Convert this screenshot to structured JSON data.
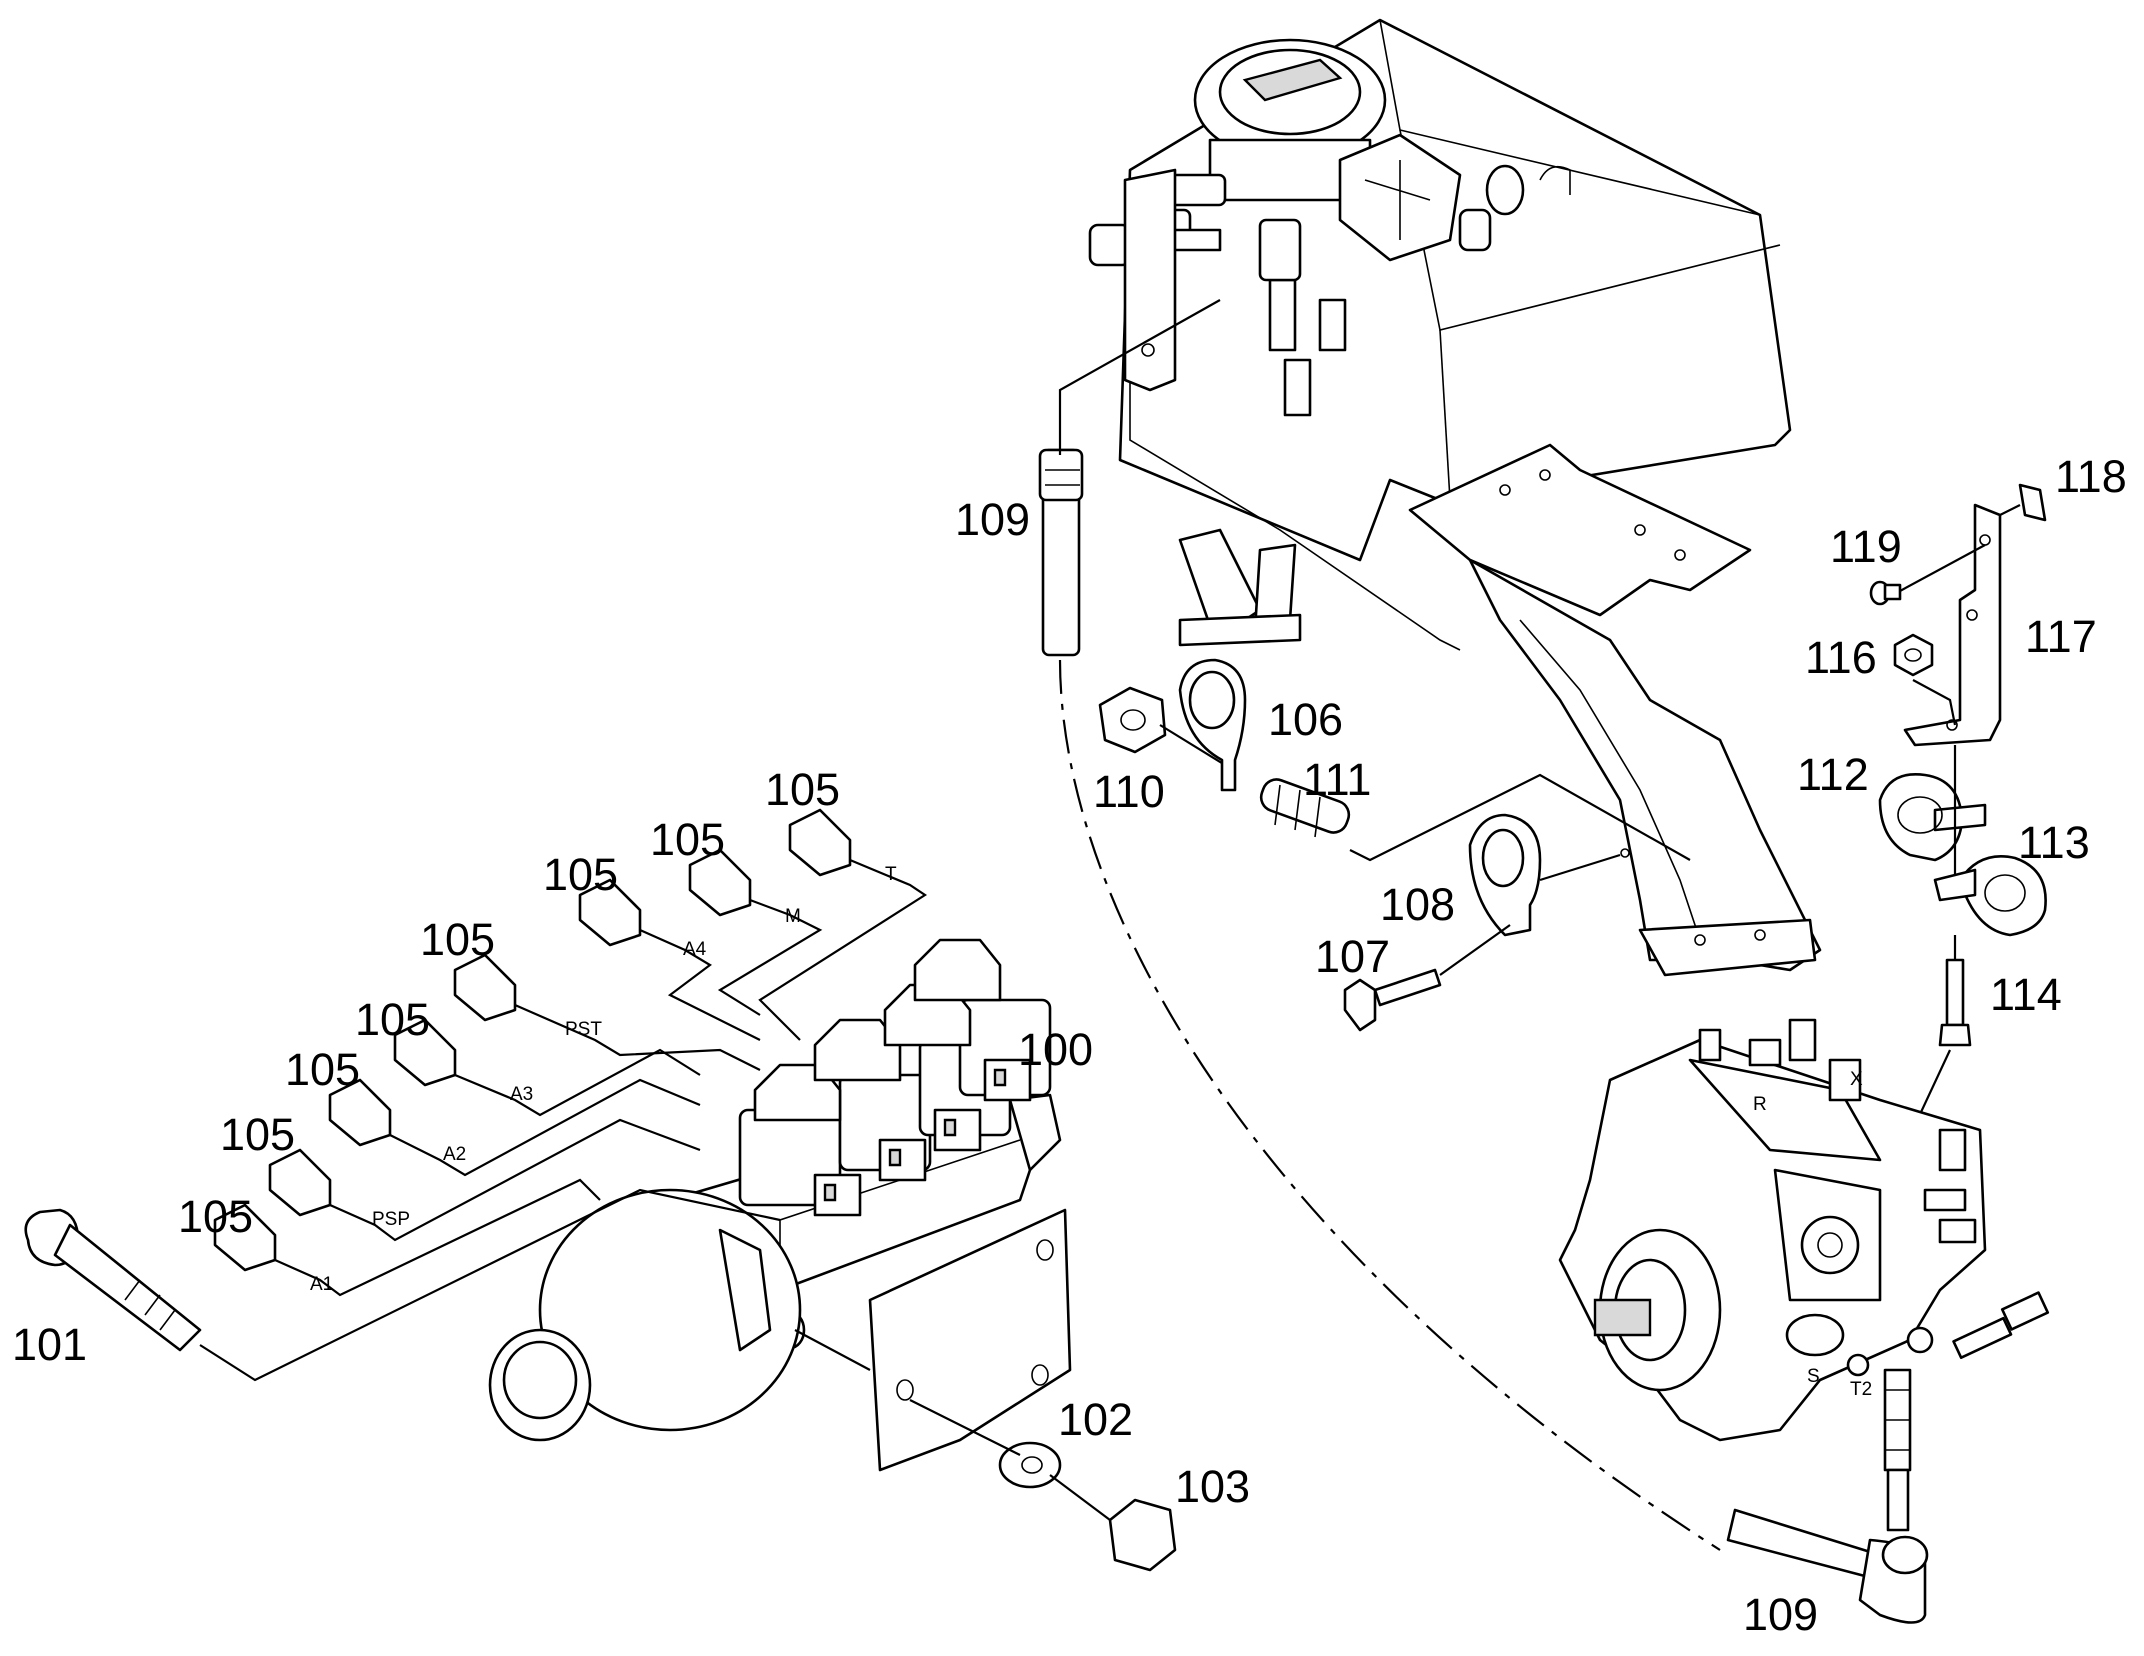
{
  "callouts": {
    "c100": "100",
    "c101": "101",
    "c102": "102",
    "c103": "103",
    "c105": "105",
    "c106": "106",
    "c107": "107",
    "c108": "108",
    "c109": "109",
    "c110": "110",
    "c111": "111",
    "c112": "112",
    "c113": "113",
    "c114": "114",
    "c116": "116",
    "c117": "117",
    "c118": "118",
    "c119": "119"
  },
  "ports": {
    "t": "T",
    "m": "M",
    "a4": "A4",
    "pst": "PST",
    "a3": "A3",
    "a2": "A2",
    "psp": "PSP",
    "a1": "A1",
    "r": "R",
    "x": "X",
    "s": "S",
    "t2": "T2"
  }
}
